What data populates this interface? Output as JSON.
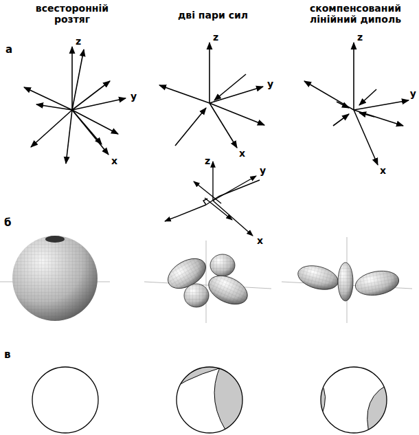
{
  "diagram": {
    "labels": [
      "всесторонній розтяг",
      "дві пари сил",
      "скомпенсований лінійний диполь",
      "а",
      "z",
      "y",
      "x",
      "z",
      "y",
      "x",
      "z",
      "y",
      "x",
      "z",
      "y",
      "x",
      "б",
      "в"
    ]
  }
}
